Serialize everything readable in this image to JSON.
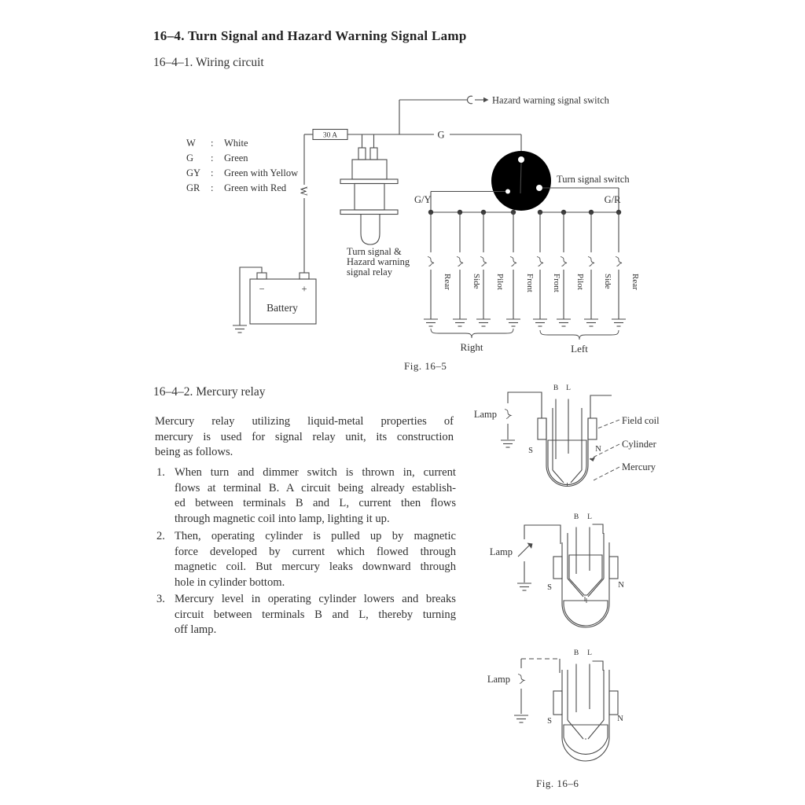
{
  "page": {
    "title": "16–4. Turn Signal and Hazard Warning Signal Lamp",
    "sub1": "16–4–1. Wiring circuit",
    "sub2": "16–4–2. Mercury relay",
    "fig5": "Fig. 16–5",
    "fig6": "Fig. 16–6"
  },
  "legend": {
    "sep": ":",
    "entries": [
      {
        "code": "W",
        "name": "White"
      },
      {
        "code": "G",
        "name": "Green"
      },
      {
        "code": "GY",
        "name": "Green with Yellow"
      },
      {
        "code": "GR",
        "name": "Green with Red"
      }
    ]
  },
  "wiring": {
    "fuse_label": "30 A",
    "wire_w": "W",
    "wire_g": "G",
    "wire_gy": "G/Y",
    "wire_gr": "G/R",
    "hazard_switch_label": "Hazard warning signal switch",
    "turn_switch_label": "Turn signal switch",
    "battery_label": "Battery",
    "battery_minus": "−",
    "battery_plus": "+",
    "relay_label_line1": "Turn signal &",
    "relay_label_line2": "Hazard warning",
    "relay_label_line3": "signal relay",
    "lamps_right": [
      "Rear",
      "Side",
      "Pilot",
      "Front"
    ],
    "lamps_left": [
      "Front",
      "Pilot",
      "Side",
      "Rear"
    ],
    "group_right": "Right",
    "group_left": "Left"
  },
  "mercury": {
    "intro_lines": [
      "Mercury relay utilizing liquid-metal properties of",
      "mercury is used for signal relay unit, its construction",
      "being as follows."
    ],
    "items": [
      {
        "num": "1.",
        "lines": [
          "When turn and dimmer switch is thrown in, current",
          "flows at terminal B. A circuit being already establish-",
          "ed between terminals B and L, current then flows",
          "through magnetic coil into lamp, lighting it up."
        ]
      },
      {
        "num": "2.",
        "lines": [
          "Then, operating cylinder is pulled up by magnetic",
          "force developed by current which flowed through",
          "magnetic coil. But mercury leaks downward through",
          "hole in cylinder bottom."
        ]
      },
      {
        "num": "3.",
        "lines": [
          "Mercury level in operating cylinder lowers and breaks",
          "circuit between terminals B and L, thereby turning",
          "off lamp."
        ]
      }
    ],
    "diagram": {
      "lamp_label": "Lamp",
      "terminal_b": "B",
      "terminal_l": "L",
      "pole_s": "S",
      "pole_n": "N",
      "field_coil_label": "Field coil",
      "cylinder_label": "Cylinder",
      "mercury_label": "Mercury"
    }
  }
}
